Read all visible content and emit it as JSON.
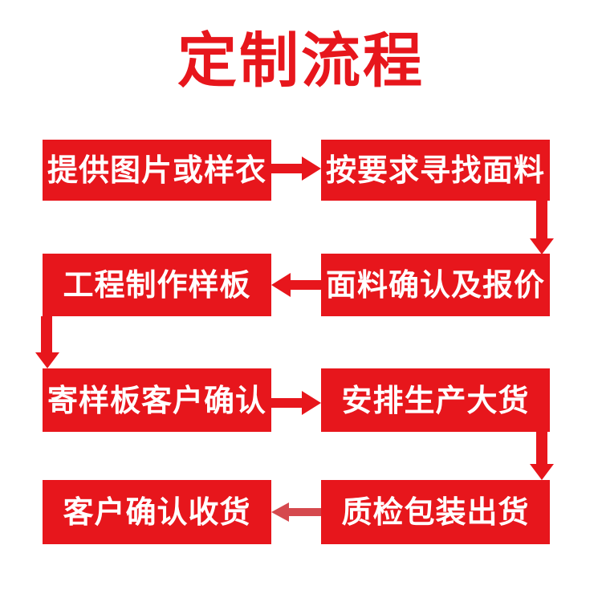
{
  "title": "定制流程",
  "colors": {
    "primary_red": "#e7161c",
    "muted_arrow_red": "#d5494e",
    "box_text": "#ffffff",
    "background": "#ffffff"
  },
  "flow": {
    "steps": [
      {
        "id": 1,
        "label": "提供图片或样衣",
        "row": 1,
        "column": "left"
      },
      {
        "id": 2,
        "label": "按要求寻找面料",
        "row": 1,
        "column": "right"
      },
      {
        "id": 3,
        "label": "工程制作样板",
        "row": 2,
        "column": "left"
      },
      {
        "id": 4,
        "label": "面料确认及报价",
        "row": 2,
        "column": "right"
      },
      {
        "id": 5,
        "label": "寄样板客户确认",
        "row": 3,
        "column": "left"
      },
      {
        "id": 6,
        "label": "安排生产大货",
        "row": 3,
        "column": "right"
      },
      {
        "id": 7,
        "label": "客户确认收货",
        "row": 4,
        "column": "left"
      },
      {
        "id": 8,
        "label": "质检包装出货",
        "row": 4,
        "column": "right"
      }
    ],
    "connections": [
      {
        "from": "提供图片或样衣",
        "to": "按要求寻找面料",
        "direction": "right"
      },
      {
        "from": "按要求寻找面料",
        "to": "面料确认及报价",
        "direction": "down"
      },
      {
        "from": "面料确认及报价",
        "to": "工程制作样板",
        "direction": "left"
      },
      {
        "from": "工程制作样板",
        "to": "寄样板客户确认",
        "direction": "down"
      },
      {
        "from": "寄样板客户确认",
        "to": "安排生产大货",
        "direction": "right"
      },
      {
        "from": "安排生产大货",
        "to": "质检包装出货",
        "direction": "down"
      },
      {
        "from": "质检包装出货",
        "to": "客户确认收货",
        "direction": "left",
        "style": "muted"
      }
    ]
  }
}
